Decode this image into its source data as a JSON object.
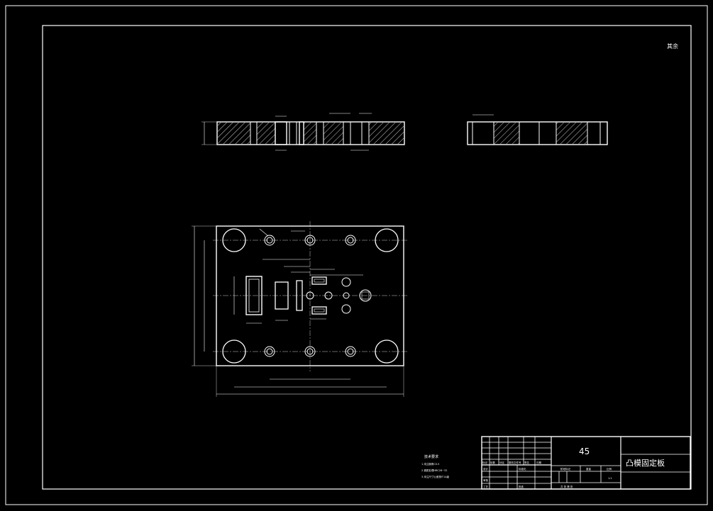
{
  "material": "45",
  "part_name": "凸模固定板",
  "corner_mark": "其余",
  "tech_notes": {
    "title": "技术要求",
    "items": [
      "1.未注倒角C0.5",
      "2.调质处理HRC28~32",
      "3.未注尺寸公差按IT14级"
    ]
  },
  "title_block": {
    "row_labels": [
      "标记",
      "处数",
      "分区",
      "更改文件号",
      "签名",
      "日期"
    ],
    "role_labels": [
      "设计",
      "标准化",
      "审核",
      "工艺",
      "批准"
    ],
    "stage_labels": [
      "阶段标记",
      "重量",
      "比例"
    ],
    "scale": "1:1",
    "sheet": "共 张 第 张"
  },
  "colors": {
    "background": "#000000",
    "line": "#ffffff"
  }
}
